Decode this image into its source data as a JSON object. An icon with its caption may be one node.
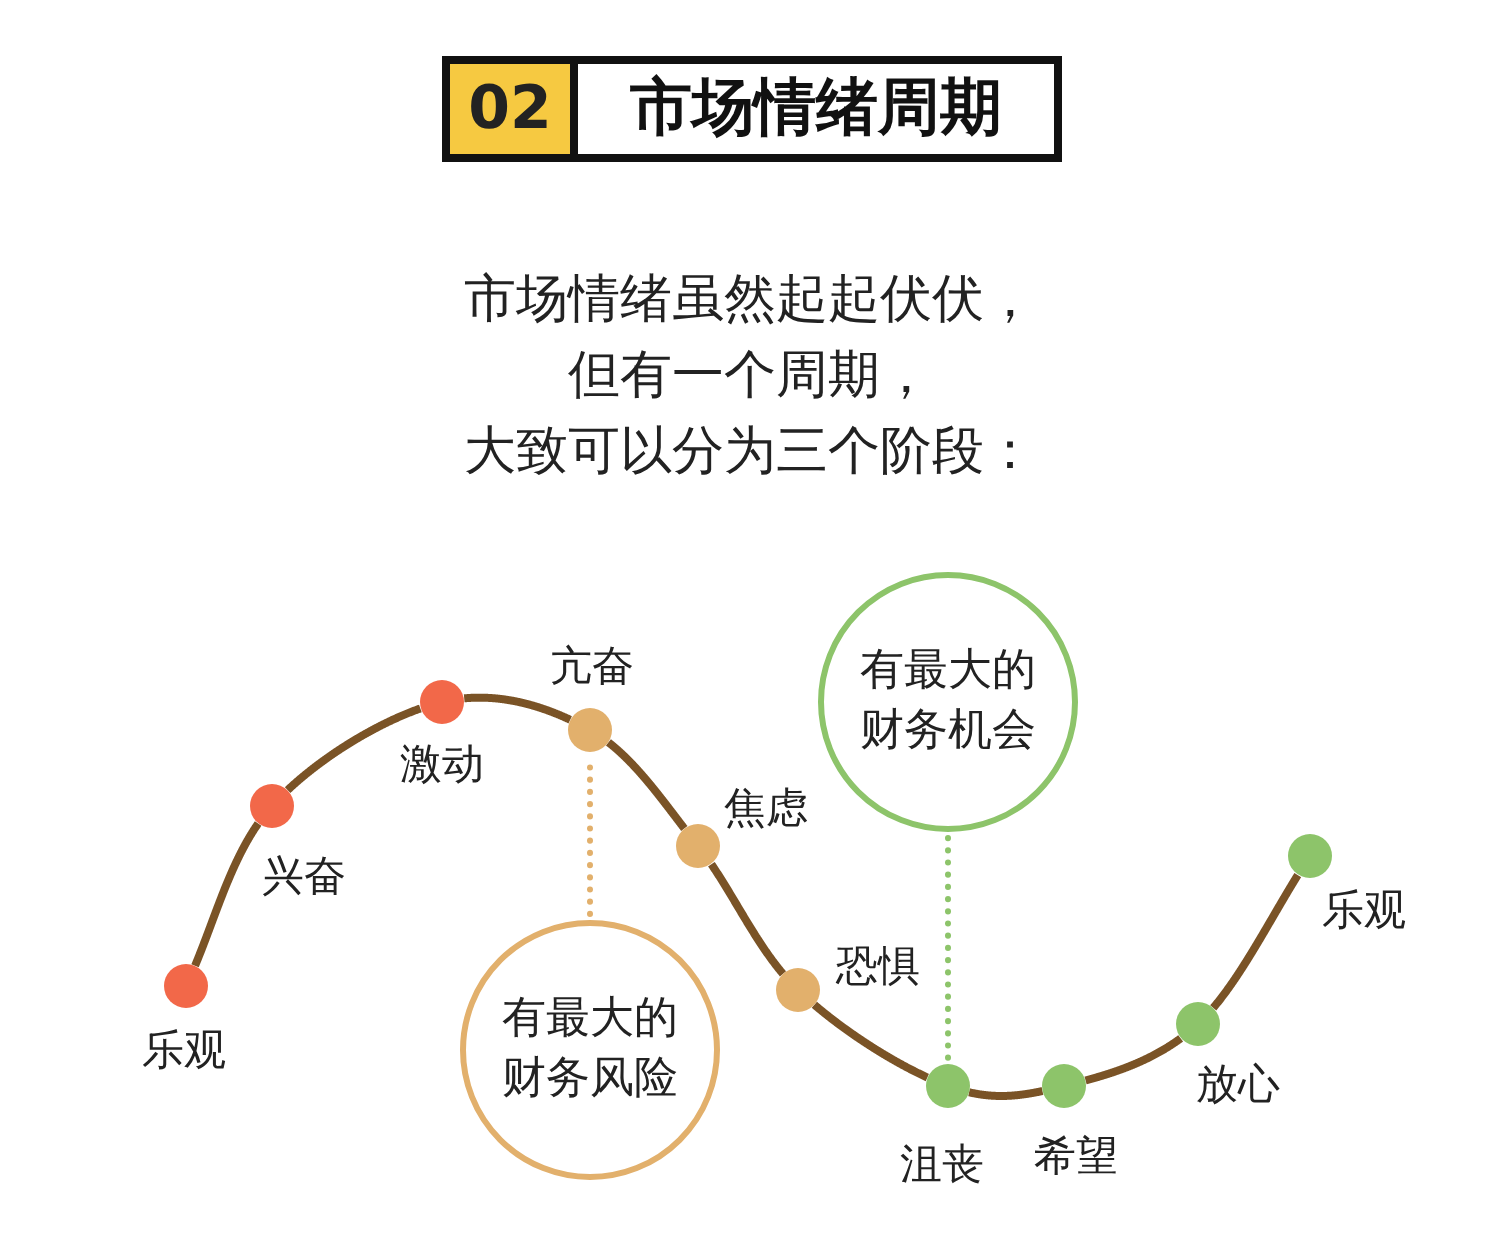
{
  "diagram": {
    "title": "市场情绪周期",
    "nodes": [
      {
        "text": [],
        "shape": "circle",
        "beside": [
          "乐观"
        ]
      },
      {
        "text": [],
        "shape": "circle",
        "beside": [
          "兴奋"
        ]
      },
      {
        "text": [],
        "shape": "circle",
        "beside": [
          "激动"
        ]
      },
      {
        "text": [],
        "shape": "circle",
        "beside": [
          "亢奋"
        ]
      },
      {
        "text": [],
        "shape": "circle",
        "beside": [
          "焦虑"
        ]
      },
      {
        "text": [],
        "shape": "circle",
        "beside": [
          "恐惧"
        ]
      },
      {
        "text": [],
        "shape": "circle",
        "beside": [
          "沮丧"
        ]
      },
      {
        "text": [],
        "shape": "circle",
        "beside": [
          "希望"
        ]
      },
      {
        "text": [],
        "shape": "circle",
        "beside": [
          "放心"
        ]
      },
      {
        "text": [],
        "shape": "circle",
        "beside": [
          "乐观"
        ]
      },
      {
        "text": [
          "有最大的财务风险"
        ]
      },
      {
        "text": [
          "有最大的财务机会"
        ]
      }
    ],
    "edges": [
      {
        "from": 0,
        "to": 1,
        "arrow": "none"
      },
      {
        "from": 1,
        "to": 2,
        "arrow": "none"
      },
      {
        "from": 2,
        "to": 3,
        "arrow": "none"
      },
      {
        "from": 3,
        "to": 4,
        "arrow": "none"
      },
      {
        "from": 4,
        "to": 5,
        "arrow": "none"
      },
      {
        "from": 5,
        "to": 6,
        "arrow": "none"
      },
      {
        "from": 6,
        "to": 7,
        "arrow": "none"
      },
      {
        "from": 7,
        "to": 8,
        "arrow": "none"
      },
      {
        "from": 8,
        "to": 9,
        "arrow": "none"
      },
      {
        "from": 10,
        "to": 3,
        "arrow": "none",
        "style": "dashed",
        "color": "#e2b06c"
      },
      {
        "from": 11,
        "to": 6,
        "arrow": "none",
        "style": "dashed",
        "color": "#8dc46a"
      }
    ],
    "labels": [
      "02",
      "市场情绪虽然起起伏伏，但有一个周期，大致可以分为三个阶段："
    ]
  }
}
